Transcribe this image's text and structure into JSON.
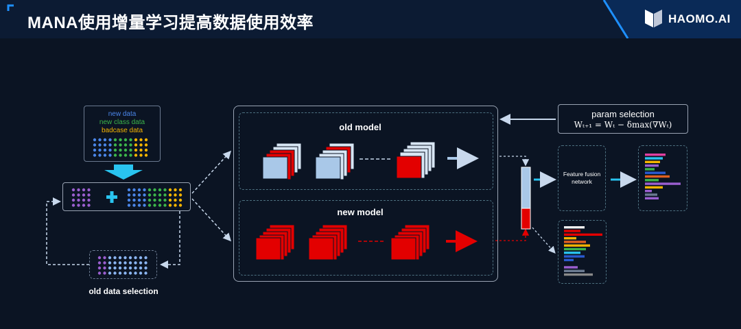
{
  "header": {
    "title": "MANA使用增量学习提高数据使用效率",
    "logo_text": "HAOMO.AI"
  },
  "legend": {
    "items": [
      {
        "label": "new data",
        "color": "#4a86e8"
      },
      {
        "label": "new class data",
        "color": "#3cb54a"
      },
      {
        "label": "badcase data",
        "color": "#f5b400"
      }
    ]
  },
  "labels": {
    "old_model": "old model",
    "new_model": "new model",
    "old_data_selection": "old data selection",
    "param_selection": "param selection",
    "formula": "Wₜ₊₁ = Wₜ − δmax(∇Wₜ)",
    "feature_fusion": "Feature fusion network"
  },
  "colors": {
    "old_block": "#a9c8e8",
    "new_block": "#e30000",
    "accent_cyan": "#29c4f0",
    "purple_dot": "#9b5fd0"
  }
}
